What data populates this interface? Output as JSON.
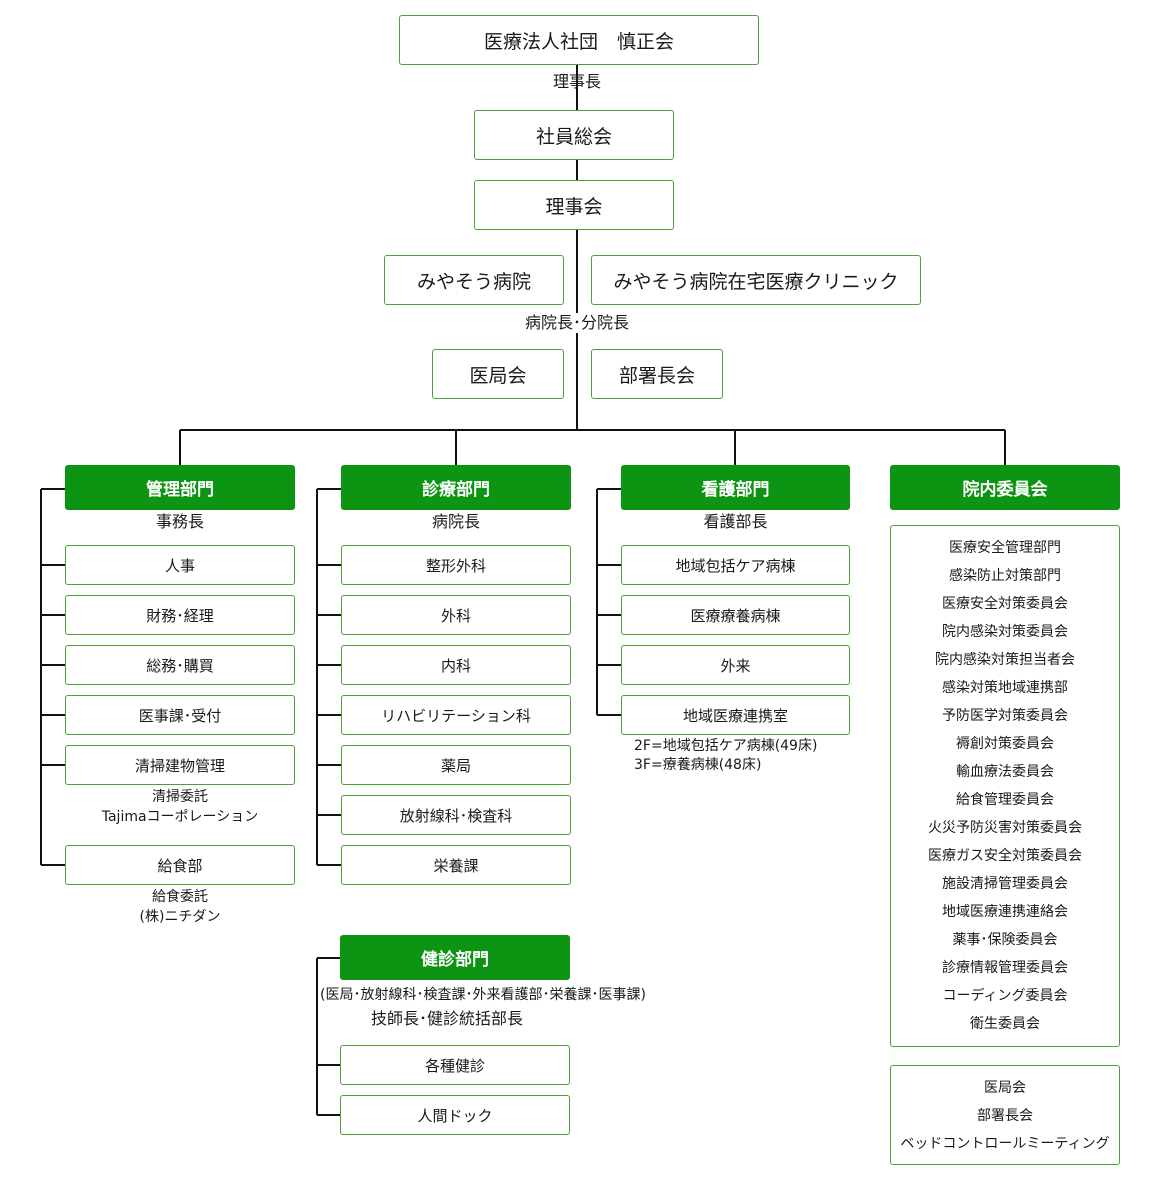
{
  "colors": {
    "green": "#0c9412",
    "border": "#4aa337",
    "line": "#111111"
  },
  "top": {
    "corporation": "医療法人社団　慎正会",
    "chairman": "理事長",
    "general_meeting": "社員総会",
    "board": "理事会",
    "hospital": "みやそう病院",
    "clinic": "みやそう病院在宅医療クリニック",
    "directors": "病院長･分院長",
    "medical_office": "医局会",
    "dept_heads": "部署長会"
  },
  "management": {
    "title": "管理部門",
    "head": "事務長",
    "items": [
      "人事",
      "財務･経理",
      "総務･購買",
      "医事課･受付",
      "清掃建物管理",
      "給食部"
    ],
    "cleaning_note1": "清掃委託",
    "cleaning_note2": "Tajimaコーポレーション",
    "food_note1": "給食委託",
    "food_note2": "(株)ニチダン"
  },
  "medical": {
    "title": "診療部門",
    "head": "病院長",
    "items": [
      "整形外科",
      "外科",
      "内科",
      "リハビリテーション科",
      "薬局",
      "放射線科･検査科",
      "栄養課"
    ]
  },
  "nursing": {
    "title": "看護部門",
    "head": "看護部長",
    "items": [
      "地域包括ケア病棟",
      "医療療養病棟",
      "外来",
      "地域医療連携室"
    ],
    "note1": "2F=地域包括ケア病棟(49床)",
    "note2": "3F=療養病棟(48床)"
  },
  "committee": {
    "title": "院内委員会",
    "items": [
      "医療安全管理部門",
      "感染防止対策部門",
      "医療安全対策委員会",
      "院内感染対策委員会",
      "院内感染対策担当者会",
      "感染対策地域連携部",
      "予防医学対策委員会",
      "褥創対策委員会",
      "輸血療法委員会",
      "給食管理委員会",
      "火災予防災害対策委員会",
      "医療ガス安全対策委員会",
      "施設清掃管理委員会",
      "地域医療連携連絡会",
      "薬事･保険委員会",
      "診療情報管理委員会",
      "コーディング委員会",
      "衛生委員会"
    ],
    "meetings": [
      "医局会",
      "部署長会",
      "ベッドコントロールミーティング"
    ]
  },
  "checkup": {
    "title": "健診部門",
    "members": "(医局･放射線科･検査課･外来看護部･栄養課･医事課)",
    "head": "技師長･健診統括部長",
    "items": [
      "各種健診",
      "人間ドック"
    ]
  }
}
